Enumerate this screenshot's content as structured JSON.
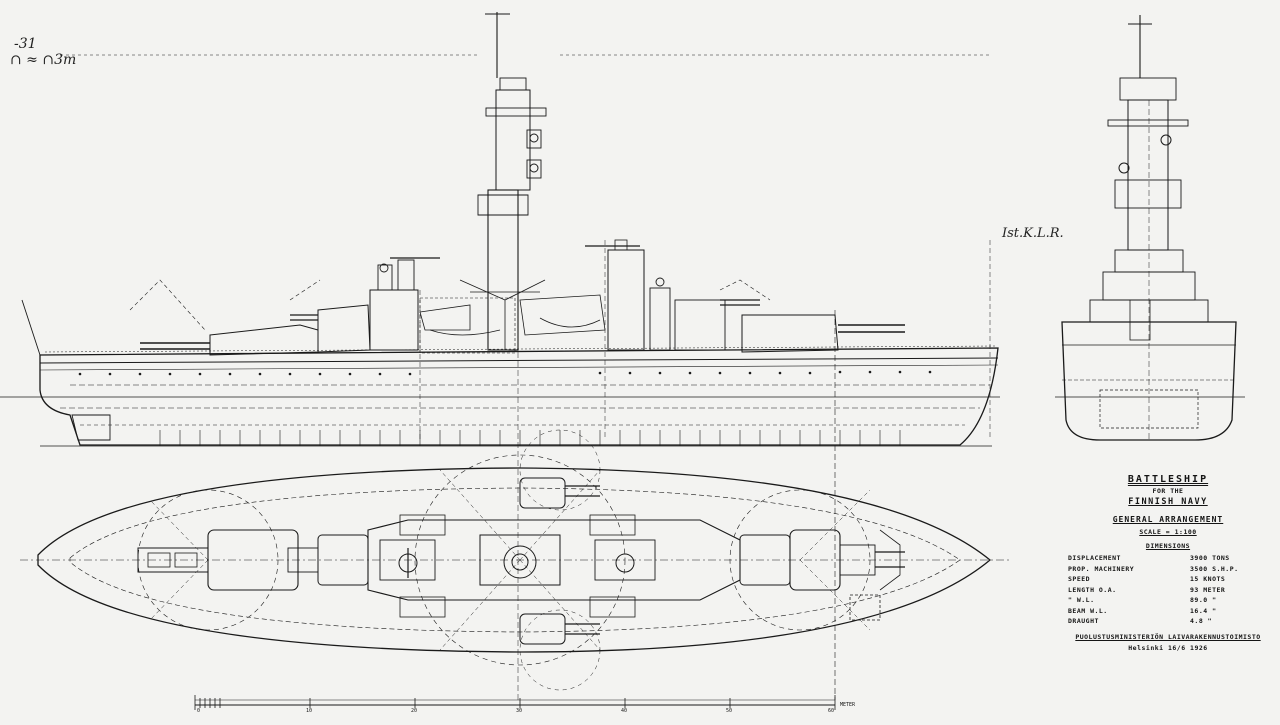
{
  "notes": {
    "top_left": "-31",
    "scale_hint": "∩ ≈ ∩3m",
    "signature": "Ist.K.L.R."
  },
  "title_block": {
    "title": "BATTLESHIP",
    "for": "FOR THE",
    "navy": "FINNISH NAVY",
    "subtitle": "GENERAL ARRANGEMENT",
    "scale": "SCALE = 1:100",
    "dimensions_heading": "DIMENSIONS",
    "rows": [
      {
        "label": "DISPLACEMENT",
        "value": "3900 TONS"
      },
      {
        "label": "PROP. MACHINERY",
        "value": "3500 S.H.P."
      },
      {
        "label": "SPEED",
        "value": "15 KNOTS"
      },
      {
        "label": "LENGTH O.A.",
        "value": "93 METER"
      },
      {
        "label": "   \"    W.L.",
        "value": "89.0  \""
      },
      {
        "label": "BEAM  W.L.",
        "value": "16.4  \""
      },
      {
        "label": "DRAUGHT",
        "value": "4.8  \""
      }
    ],
    "office": "PUOLUSTUSMINISTERIÖN LAIVARAKENNUSTOIMISTO",
    "place_date": "Helsinki 16/6 1926"
  },
  "scale_bar": {
    "label": "METER",
    "ticks": [
      "0",
      "10",
      "20",
      "30",
      "40",
      "50",
      "60"
    ]
  },
  "icons": {
    "ship_profile": "battleship-side-elevation",
    "ship_plan": "battleship-deck-plan",
    "ship_section": "battleship-bow-view"
  }
}
